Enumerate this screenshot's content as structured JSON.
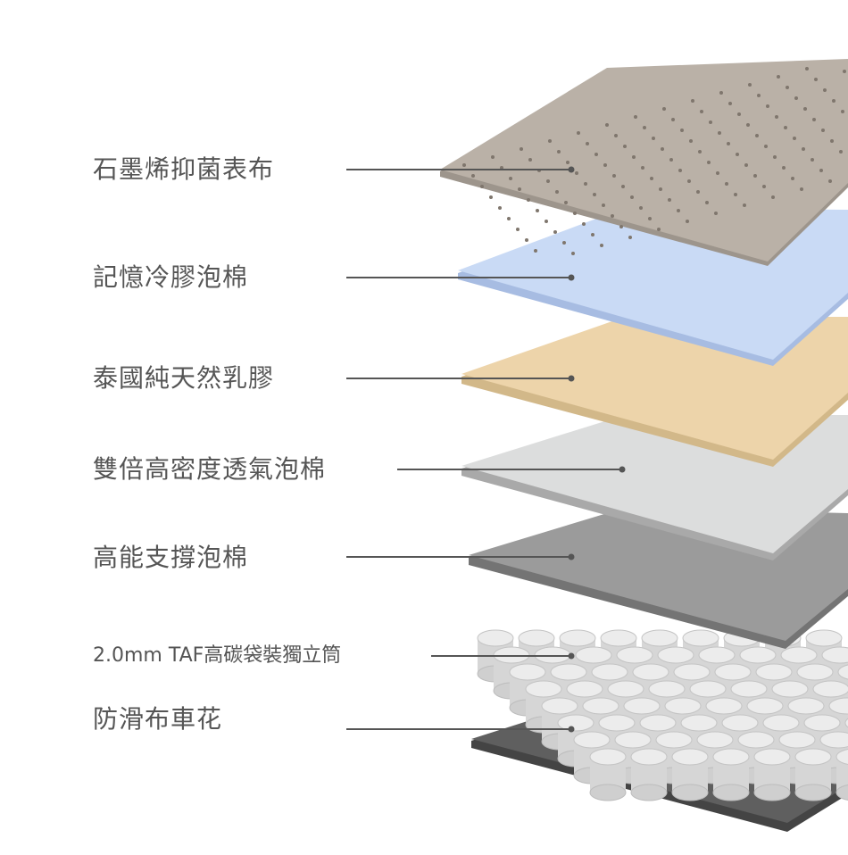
{
  "layers": [
    {
      "label": "石墨烯抑菌表布",
      "color": "#bab1a7",
      "edge": "#9d958c"
    },
    {
      "label": "記憶冷膠泡棉",
      "color": "#c9daf5",
      "edge": "#a7bce2"
    },
    {
      "label": "泰國純天然乳膠",
      "color": "#edd4aa",
      "edge": "#d2b889"
    },
    {
      "label": "雙倍高密度透氣泡棉",
      "color": "#dcdddd",
      "edge": "#a9a9a9"
    },
    {
      "label": "高能支撐泡棉",
      "color": "#9b9b9b",
      "edge": "#747474"
    },
    {
      "label": "2.0mm TAF高碳袋裝獨立筒",
      "color": "#dedede",
      "edge": "#b8b8b8"
    },
    {
      "label": "防滑布車花",
      "color": "#5f5f5f",
      "edge": "#444444"
    }
  ],
  "leader_color": "#555555"
}
